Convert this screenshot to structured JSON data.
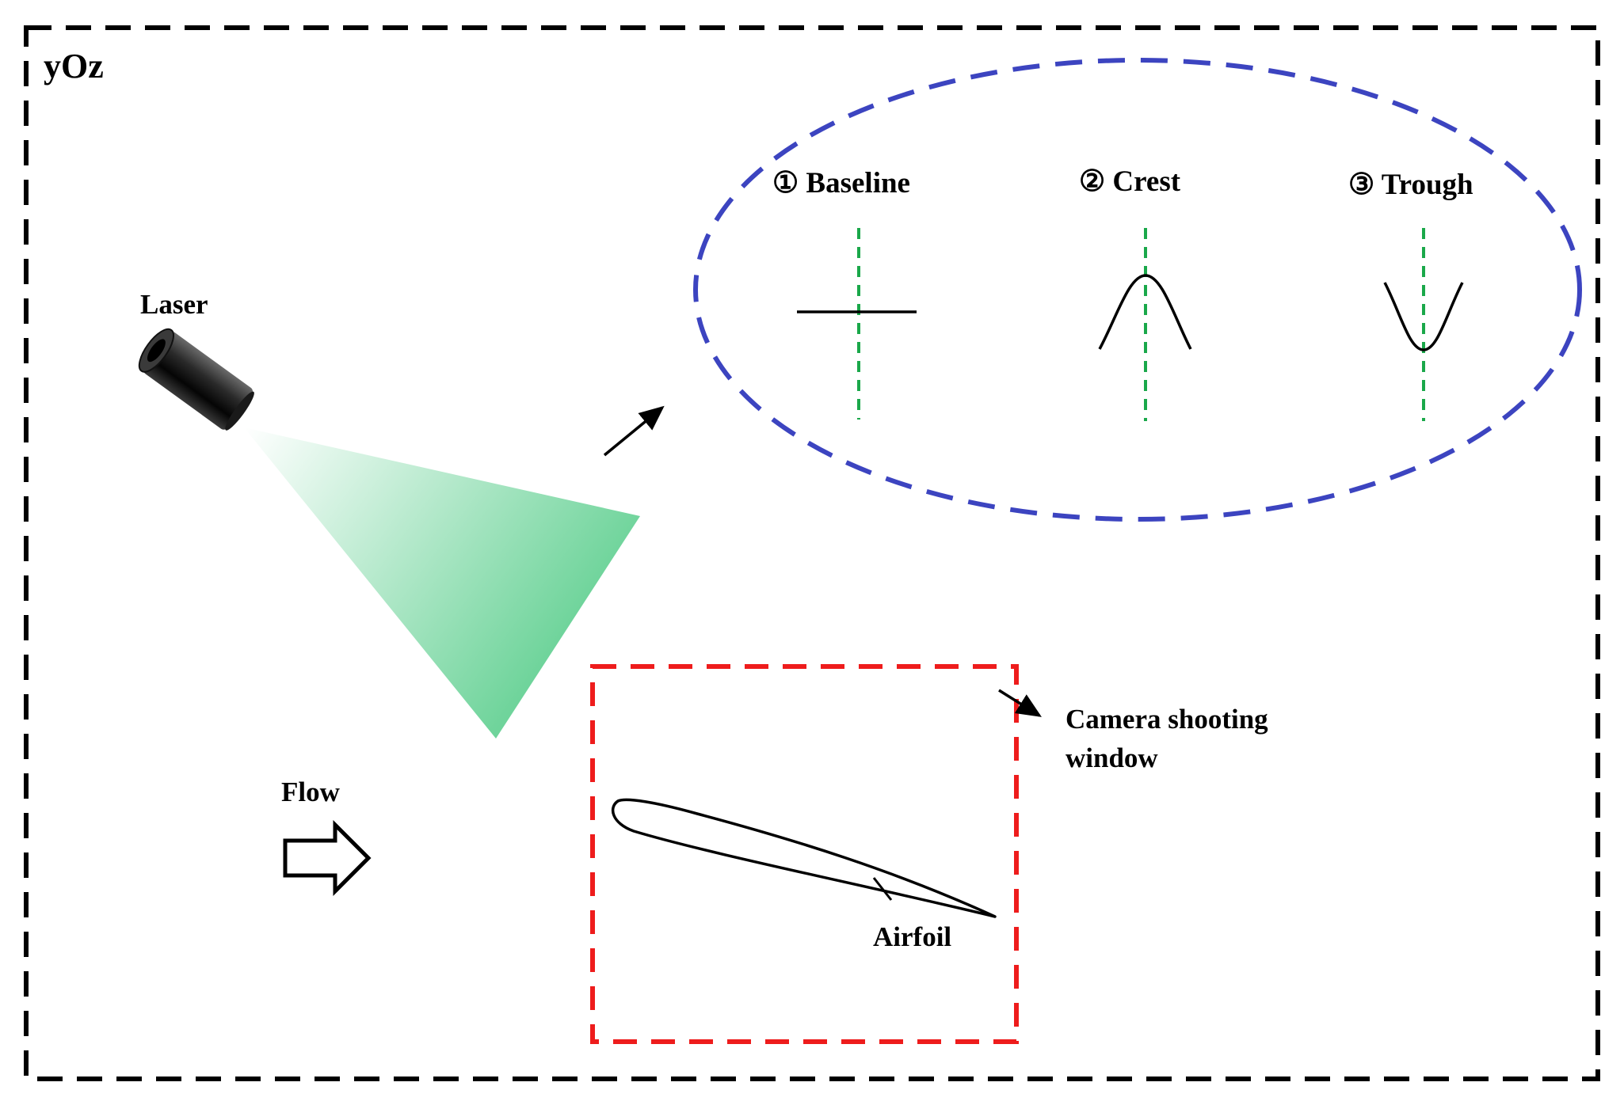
{
  "frame_label": "yOz",
  "laser_label": "Laser",
  "flow_label": "Flow",
  "camera_label": [
    "Camera shooting",
    "window"
  ],
  "airfoil_label": "Airfoil",
  "states": [
    {
      "label": "① Baseline",
      "shape": "flat"
    },
    {
      "label": "② Crest",
      "shape": "crest"
    },
    {
      "label": "③ Trough",
      "shape": "trough"
    }
  ],
  "colors": {
    "frame": "#000000",
    "frame_label": "#c00000",
    "ellipse": "#3c44c0",
    "camera_window": "#ee1c1c",
    "centerline": "#1aa84a",
    "beam": "#6fd49b"
  }
}
